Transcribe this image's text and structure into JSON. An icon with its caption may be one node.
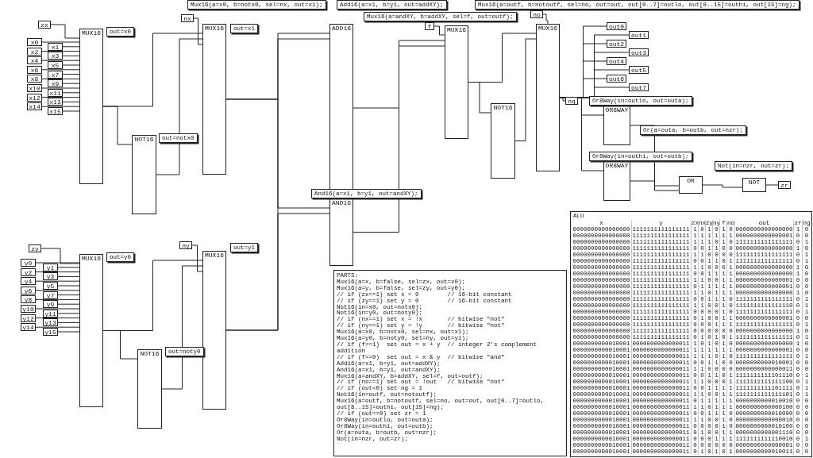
{
  "diagram": {
    "nodes": [
      {
        "text": [
          "zx"
        ]
      },
      {
        "text": [
          "x0"
        ]
      },
      {
        "text": [
          "x1"
        ]
      },
      {
        "text": [
          "x2"
        ]
      },
      {
        "text": [
          "x3"
        ]
      },
      {
        "text": [
          "x4"
        ]
      },
      {
        "text": [
          "x5"
        ]
      },
      {
        "text": [
          "x6"
        ]
      },
      {
        "text": [
          "x7"
        ]
      },
      {
        "text": [
          "x8"
        ]
      },
      {
        "text": [
          "x9"
        ]
      },
      {
        "text": [
          "x10"
        ]
      },
      {
        "text": [
          "x11"
        ]
      },
      {
        "text": [
          "x12"
        ]
      },
      {
        "text": [
          "x13"
        ]
      },
      {
        "text": [
          "x14"
        ]
      },
      {
        "text": [
          "x15"
        ]
      },
      {
        "text": [
          "MUX16"
        ]
      },
      {
        "text": [
          "NOT16"
        ]
      },
      {
        "text": [
          "nx"
        ]
      },
      {
        "text": [
          "MUX16"
        ]
      },
      {
        "text": [
          "ADD16"
        ]
      },
      {
        "text": [
          "f"
        ]
      },
      {
        "text": [
          "MUX16"
        ]
      },
      {
        "text": [
          "NOT16"
        ]
      },
      {
        "text": [
          "no"
        ]
      },
      {
        "text": [
          "MUX16"
        ]
      },
      {
        "text": [
          "out0"
        ]
      },
      {
        "text": [
          "out1"
        ]
      },
      {
        "text": [
          "out2"
        ]
      },
      {
        "text": [
          "out3"
        ]
      },
      {
        "text": [
          "out4"
        ]
      },
      {
        "text": [
          "out5"
        ]
      },
      {
        "text": [
          "out6"
        ]
      },
      {
        "text": [
          "out7"
        ]
      },
      {
        "text": [
          "ng"
        ]
      },
      {
        "text": [
          "OR8WAY"
        ]
      },
      {
        "text": [
          "OR8WAY"
        ]
      },
      {
        "text": [
          "OR"
        ]
      },
      {
        "text": [
          "NOT"
        ]
      },
      {
        "text": [
          "zr"
        ]
      },
      {
        "text": [
          "AND16"
        ]
      },
      {
        "text": [
          "zy"
        ]
      },
      {
        "text": [
          "y0"
        ]
      },
      {
        "text": [
          "y1"
        ]
      },
      {
        "text": [
          "y2"
        ]
      },
      {
        "text": [
          "y3"
        ]
      },
      {
        "text": [
          "y4"
        ]
      },
      {
        "text": [
          "y5"
        ]
      },
      {
        "text": [
          "y6"
        ]
      },
      {
        "text": [
          "y7"
        ]
      },
      {
        "text": [
          "y8"
        ]
      },
      {
        "text": [
          "y9"
        ]
      },
      {
        "text": [
          "y10"
        ]
      },
      {
        "text": [
          "y11"
        ]
      },
      {
        "text": [
          "y12"
        ]
      },
      {
        "text": [
          "y13"
        ]
      },
      {
        "text": [
          "y14"
        ]
      },
      {
        "text": [
          "y15"
        ]
      },
      {
        "text": [
          "MUX16"
        ]
      },
      {
        "text": [
          "NOT16"
        ]
      },
      {
        "text": [
          "ny"
        ]
      },
      {
        "text": [
          "MUX16"
        ]
      }
    ],
    "edges": [
      {
        "from": 0,
        "to": 17,
        "arrow": "none"
      },
      {
        "from": 1,
        "to": 17,
        "arrow": "none"
      },
      {
        "from": 2,
        "to": 17,
        "arrow": "none"
      },
      {
        "from": 3,
        "to": 17,
        "arrow": "none"
      },
      {
        "from": 4,
        "to": 17,
        "arrow": "none"
      },
      {
        "from": 5,
        "to": 17,
        "arrow": "none"
      },
      {
        "from": 6,
        "to": 17,
        "arrow": "none"
      },
      {
        "from": 7,
        "to": 17,
        "arrow": "none"
      },
      {
        "from": 8,
        "to": 17,
        "arrow": "none"
      },
      {
        "from": 9,
        "to": 17,
        "arrow": "none"
      },
      {
        "from": 10,
        "to": 17,
        "arrow": "none"
      },
      {
        "from": 11,
        "to": 17,
        "arrow": "none"
      },
      {
        "from": 12,
        "to": 17,
        "arrow": "none"
      },
      {
        "from": 13,
        "to": 17,
        "arrow": "none"
      },
      {
        "from": 14,
        "to": 17,
        "arrow": "none"
      },
      {
        "from": 15,
        "to": 17,
        "arrow": "none"
      },
      {
        "from": 16,
        "to": 17,
        "arrow": "none"
      },
      {
        "from": 17,
        "to": 18,
        "arrow": "none"
      },
      {
        "from": 17,
        "to": 20,
        "arrow": "none"
      },
      {
        "from": 18,
        "to": 20,
        "arrow": "none"
      },
      {
        "from": 19,
        "to": 20,
        "arrow": "none"
      },
      {
        "from": 20,
        "to": 21,
        "arrow": "none"
      },
      {
        "from": 20,
        "to": 41,
        "arrow": "none"
      },
      {
        "from": 62,
        "to": 21,
        "arrow": "none"
      },
      {
        "from": 62,
        "to": 41,
        "arrow": "none"
      },
      {
        "from": 22,
        "to": 23,
        "arrow": "none"
      },
      {
        "from": 21,
        "to": 23,
        "arrow": "none"
      },
      {
        "from": 41,
        "to": 23,
        "arrow": "none"
      },
      {
        "from": 23,
        "to": 24,
        "arrow": "none"
      },
      {
        "from": 23,
        "to": 26,
        "arrow": "none"
      },
      {
        "from": 24,
        "to": 26,
        "arrow": "none"
      },
      {
        "from": 25,
        "to": 26,
        "arrow": "none"
      },
      {
        "from": 26,
        "to": 27,
        "arrow": "none"
      },
      {
        "from": 26,
        "to": 28,
        "arrow": "none"
      },
      {
        "from": 26,
        "to": 29,
        "arrow": "none"
      },
      {
        "from": 26,
        "to": 30,
        "arrow": "none"
      },
      {
        "from": 26,
        "to": 31,
        "arrow": "none"
      },
      {
        "from": 26,
        "to": 32,
        "arrow": "none"
      },
      {
        "from": 26,
        "to": 33,
        "arrow": "none"
      },
      {
        "from": 26,
        "to": 34,
        "arrow": "none"
      },
      {
        "from": 26,
        "to": 35,
        "arrow": "none"
      },
      {
        "from": 26,
        "to": 36,
        "arrow": "none"
      },
      {
        "from": 26,
        "to": 37,
        "arrow": "none"
      },
      {
        "from": 36,
        "to": 38,
        "arrow": "none"
      },
      {
        "from": 37,
        "to": 38,
        "arrow": "none"
      },
      {
        "from": 38,
        "to": 39,
        "arrow": "none"
      },
      {
        "from": 39,
        "to": 40,
        "arrow": "none"
      },
      {
        "from": 42,
        "to": 59,
        "arrow": "none"
      },
      {
        "from": 43,
        "to": 59,
        "arrow": "none"
      },
      {
        "from": 44,
        "to": 59,
        "arrow": "none"
      },
      {
        "from": 45,
        "to": 59,
        "arrow": "none"
      },
      {
        "from": 46,
        "to": 59,
        "arrow": "none"
      },
      {
        "from": 47,
        "to": 59,
        "arrow": "none"
      },
      {
        "from": 48,
        "to": 59,
        "arrow": "none"
      },
      {
        "from": 49,
        "to": 59,
        "arrow": "none"
      },
      {
        "from": 50,
        "to": 59,
        "arrow": "none"
      },
      {
        "from": 51,
        "to": 59,
        "arrow": "none"
      },
      {
        "from": 52,
        "to": 59,
        "arrow": "none"
      },
      {
        "from": 53,
        "to": 59,
        "arrow": "none"
      },
      {
        "from": 54,
        "to": 59,
        "arrow": "none"
      },
      {
        "from": 55,
        "to": 59,
        "arrow": "none"
      },
      {
        "from": 56,
        "to": 59,
        "arrow": "none"
      },
      {
        "from": 57,
        "to": 59,
        "arrow": "none"
      },
      {
        "from": 58,
        "to": 59,
        "arrow": "none"
      },
      {
        "from": 59,
        "to": 60,
        "arrow": "none"
      },
      {
        "from": 59,
        "to": 62,
        "arrow": "none"
      },
      {
        "from": 60,
        "to": 62,
        "arrow": "none"
      },
      {
        "from": 61,
        "to": 62,
        "arrow": "none"
      }
    ],
    "labels": [
      "out=x0",
      "out=notx0",
      "Mux16(a=x0, b=notx0, sel=nx, out=x1);",
      "out=x1",
      "Add16(a=x1, b=y1, out=addXY);",
      "Mux16(a=andXY, b=addXY, sel=f, out=outf);",
      "Mux16(a=outf, b=notoutf, sel=no, out=out, out[0..7]=outlo, out[8..15]=outhi, out[15]=ng);",
      "Or8Way(in=outlo, out=outa);",
      "Or(a=outa, b=outb, out=nzr);",
      "Not(in=nzr, out=zr);",
      "Or8Way(in=outhi, out=outb);",
      "And16(a=x1, b=y1, out=andXY);",
      "out=y0",
      "out=y1",
      "out=noty0",
      "PARTS:",
      "Mux16(a=x, b=false, sel=zx, out=x0);",
      "Mux16(a=y, b=false, sel=zy, out=y0);",
      "// if (zx==1) set x = 0        // 16-bit constant",
      "// if (zy==1) set y = 0        // 16-bit constant",
      "Not16(in=x0, out=notx0);",
      "Not16(in=y0, out=noty0);",
      "// if (nx==1) set x = !x       // bitwise \"not\"",
      "// if (ny==1) set y = !y       // bitwise \"not\"",
      "Mux16(a=x0, b=notx0, sel=nx, out=x1);",
      "Mux16(a=y0, b=noty0, sel=ny, out=y1);",
      "// if (f==1)  set out = x + y  // integer 2's complement addition",
      "// if (f==0)  set out = x & y  // bitwise \"and\"",
      "Add16(a=x1, b=y1, out=addXY);",
      "And16(a=x1, b=y1, out=andXY);",
      "Mux16(a=andXY, b=addXY, sel=f, out=outf);",
      "// if (no==1) set out = !out   // bitwise \"not\"",
      "// if (out<0) set ng = 1",
      "Not16(in=outf, out=notoutf);",
      "Mux16(a=outf, b=notoutf, sel=no, out=out, out[0..7]=outlo, out[8..15]=outhi, out[15]=ng);",
      "// if (out==0) set zr = 1",
      "Or8Way(in=outlo, out=outa);",
      "Or8Way(in=outhi, out=outb);",
      "Or(a=outa, b=outb, out=nzr);",
      "Not(in=nzr, out=zr);",
      "ALU",
      "x",
      "y",
      "zx",
      "nx",
      "zy",
      "ny",
      "f",
      "no",
      "out",
      "zr",
      "ng",
      "0000000000000000",
      "1111111111111111",
      "1",
      "0",
      "1",
      "0",
      "1",
      "0",
      "0000000000000000",
      "1",
      "0",
      "0000000000000000",
      "1111111111111111",
      "1",
      "1",
      "1",
      "1",
      "1",
      "1",
      "0000000000000001",
      "0",
      "0",
      "0000000000000000",
      "1111111111111111",
      "1",
      "1",
      "1",
      "0",
      "1",
      "0",
      "1111111111111111",
      "0",
      "1",
      "0000000000000000",
      "1111111111111111",
      "0",
      "0",
      "1",
      "1",
      "0",
      "0",
      "0000000000000000",
      "1",
      "0",
      "0000000000000000",
      "1111111111111111",
      "1",
      "1",
      "0",
      "0",
      "0",
      "0",
      "1111111111111111",
      "0",
      "1",
      "0000000000000000",
      "1111111111111111",
      "0",
      "0",
      "1",
      "1",
      "0",
      "1",
      "1111111111111111",
      "0",
      "1",
      "0000000000000000",
      "1111111111111111",
      "1",
      "1",
      "0",
      "0",
      "0",
      "1",
      "0000000000000000",
      "1",
      "0",
      "0000000000000000",
      "1111111111111111",
      "0",
      "0",
      "1",
      "1",
      "1",
      "1",
      "0000000000000000",
      "1",
      "0",
      "0000000000000000",
      "1111111111111111",
      "1",
      "1",
      "0",
      "0",
      "1",
      "1",
      "0000000000000001",
      "0",
      "0",
      "0000000000000000",
      "1111111111111111",
      "0",
      "1",
      "1",
      "1",
      "1",
      "1",
      "0000000000000001",
      "0",
      "0",
      "0000000000000000",
      "1111111111111111",
      "1",
      "1",
      "0",
      "1",
      "1",
      "1",
      "0000000000000000",
      "1",
      "0",
      "0000000000000000",
      "1111111111111111",
      "0",
      "0",
      "1",
      "1",
      "1",
      "0",
      "1111111111111111",
      "0",
      "1",
      "0000000000000000",
      "1111111111111111",
      "1",
      "1",
      "0",
      "0",
      "1",
      "0",
      "1111111111111110",
      "0",
      "1",
      "0000000000000000",
      "1111111111111111",
      "0",
      "0",
      "0",
      "0",
      "1",
      "0",
      "1111111111111111",
      "0",
      "1",
      "0000000000000000",
      "1111111111111111",
      "0",
      "1",
      "0",
      "0",
      "1",
      "1",
      "0000000000000001",
      "0",
      "0",
      "0000000000000000",
      "1111111111111111",
      "0",
      "0",
      "0",
      "1",
      "1",
      "1",
      "1111111111111111",
      "0",
      "1",
      "0000000000000000",
      "1111111111111111",
      "0",
      "0",
      "0",
      "0",
      "0",
      "0",
      "0000000000000000",
      "1",
      "0",
      "0000000000000000",
      "1111111111111111",
      "0",
      "1",
      "0",
      "1",
      "0",
      "1",
      "1111111111111111",
      "0",
      "1",
      "0000000000010001",
      "0000000000000011",
      "1",
      "0",
      "1",
      "0",
      "1",
      "0",
      "0000000000000000",
      "1",
      "0",
      "0000000000010001",
      "0000000000000011",
      "1",
      "1",
      "1",
      "1",
      "1",
      "1",
      "0000000000000001",
      "0",
      "0",
      "0000000000010001",
      "0000000000000011",
      "1",
      "1",
      "1",
      "0",
      "1",
      "0",
      "1111111111111111",
      "0",
      "1",
      "0000000000010001",
      "0000000000000011",
      "0",
      "0",
      "1",
      "1",
      "0",
      "0",
      "0000000000010001",
      "0",
      "0",
      "0000000000010001",
      "0000000000000011",
      "1",
      "1",
      "0",
      "0",
      "0",
      "0",
      "0000000000000011",
      "0",
      "0",
      "0000000000010001",
      "0000000000000011",
      "0",
      "0",
      "1",
      "1",
      "0",
      "1",
      "1111111111101110",
      "0",
      "1",
      "0000000000010001",
      "0000000000000011",
      "1",
      "1",
      "0",
      "0",
      "0",
      "1",
      "1111111111111100",
      "0",
      "1",
      "0000000000010001",
      "0000000000000011",
      "0",
      "0",
      "1",
      "1",
      "1",
      "1",
      "1111111111101111",
      "0",
      "1",
      "0000000000010001",
      "0000000000000011",
      "1",
      "1",
      "0",
      "0",
      "1",
      "1",
      "1111111111111101",
      "0",
      "1",
      "0000000000010001",
      "0000000000000011",
      "0",
      "1",
      "1",
      "1",
      "1",
      "1",
      "0000000000010010",
      "0",
      "0",
      "0000000000010001",
      "0000000000000011",
      "1",
      "1",
      "0",
      "1",
      "1",
      "1",
      "0000000000000100",
      "0",
      "0",
      "0000000000010001",
      "0000000000000011",
      "0",
      "0",
      "1",
      "1",
      "1",
      "0",
      "0000000000010000",
      "0",
      "0",
      "0000000000010001",
      "0000000000000011",
      "1",
      "1",
      "0",
      "0",
      "1",
      "0",
      "0000000000000010",
      "0",
      "0",
      "0000000000010001",
      "0000000000000011",
      "0",
      "0",
      "0",
      "0",
      "1",
      "0",
      "0000000000010100",
      "0",
      "0",
      "0000000000010001",
      "0000000000000011",
      "0",
      "1",
      "0",
      "0",
      "1",
      "1",
      "0000000000001110",
      "0",
      "0",
      "0000000000010001",
      "0000000000000011",
      "0",
      "0",
      "0",
      "1",
      "1",
      "1",
      "1111111111110010",
      "0",
      "1",
      "0000000000010001",
      "0000000000000011",
      "0",
      "0",
      "0",
      "0",
      "0",
      "0",
      "0000000000000001",
      "0",
      "0",
      "0000000000010001",
      "0000000000000011",
      "0",
      "1",
      "0",
      "1",
      "0",
      "1",
      "0000000000010011",
      "0",
      "0"
    ]
  }
}
